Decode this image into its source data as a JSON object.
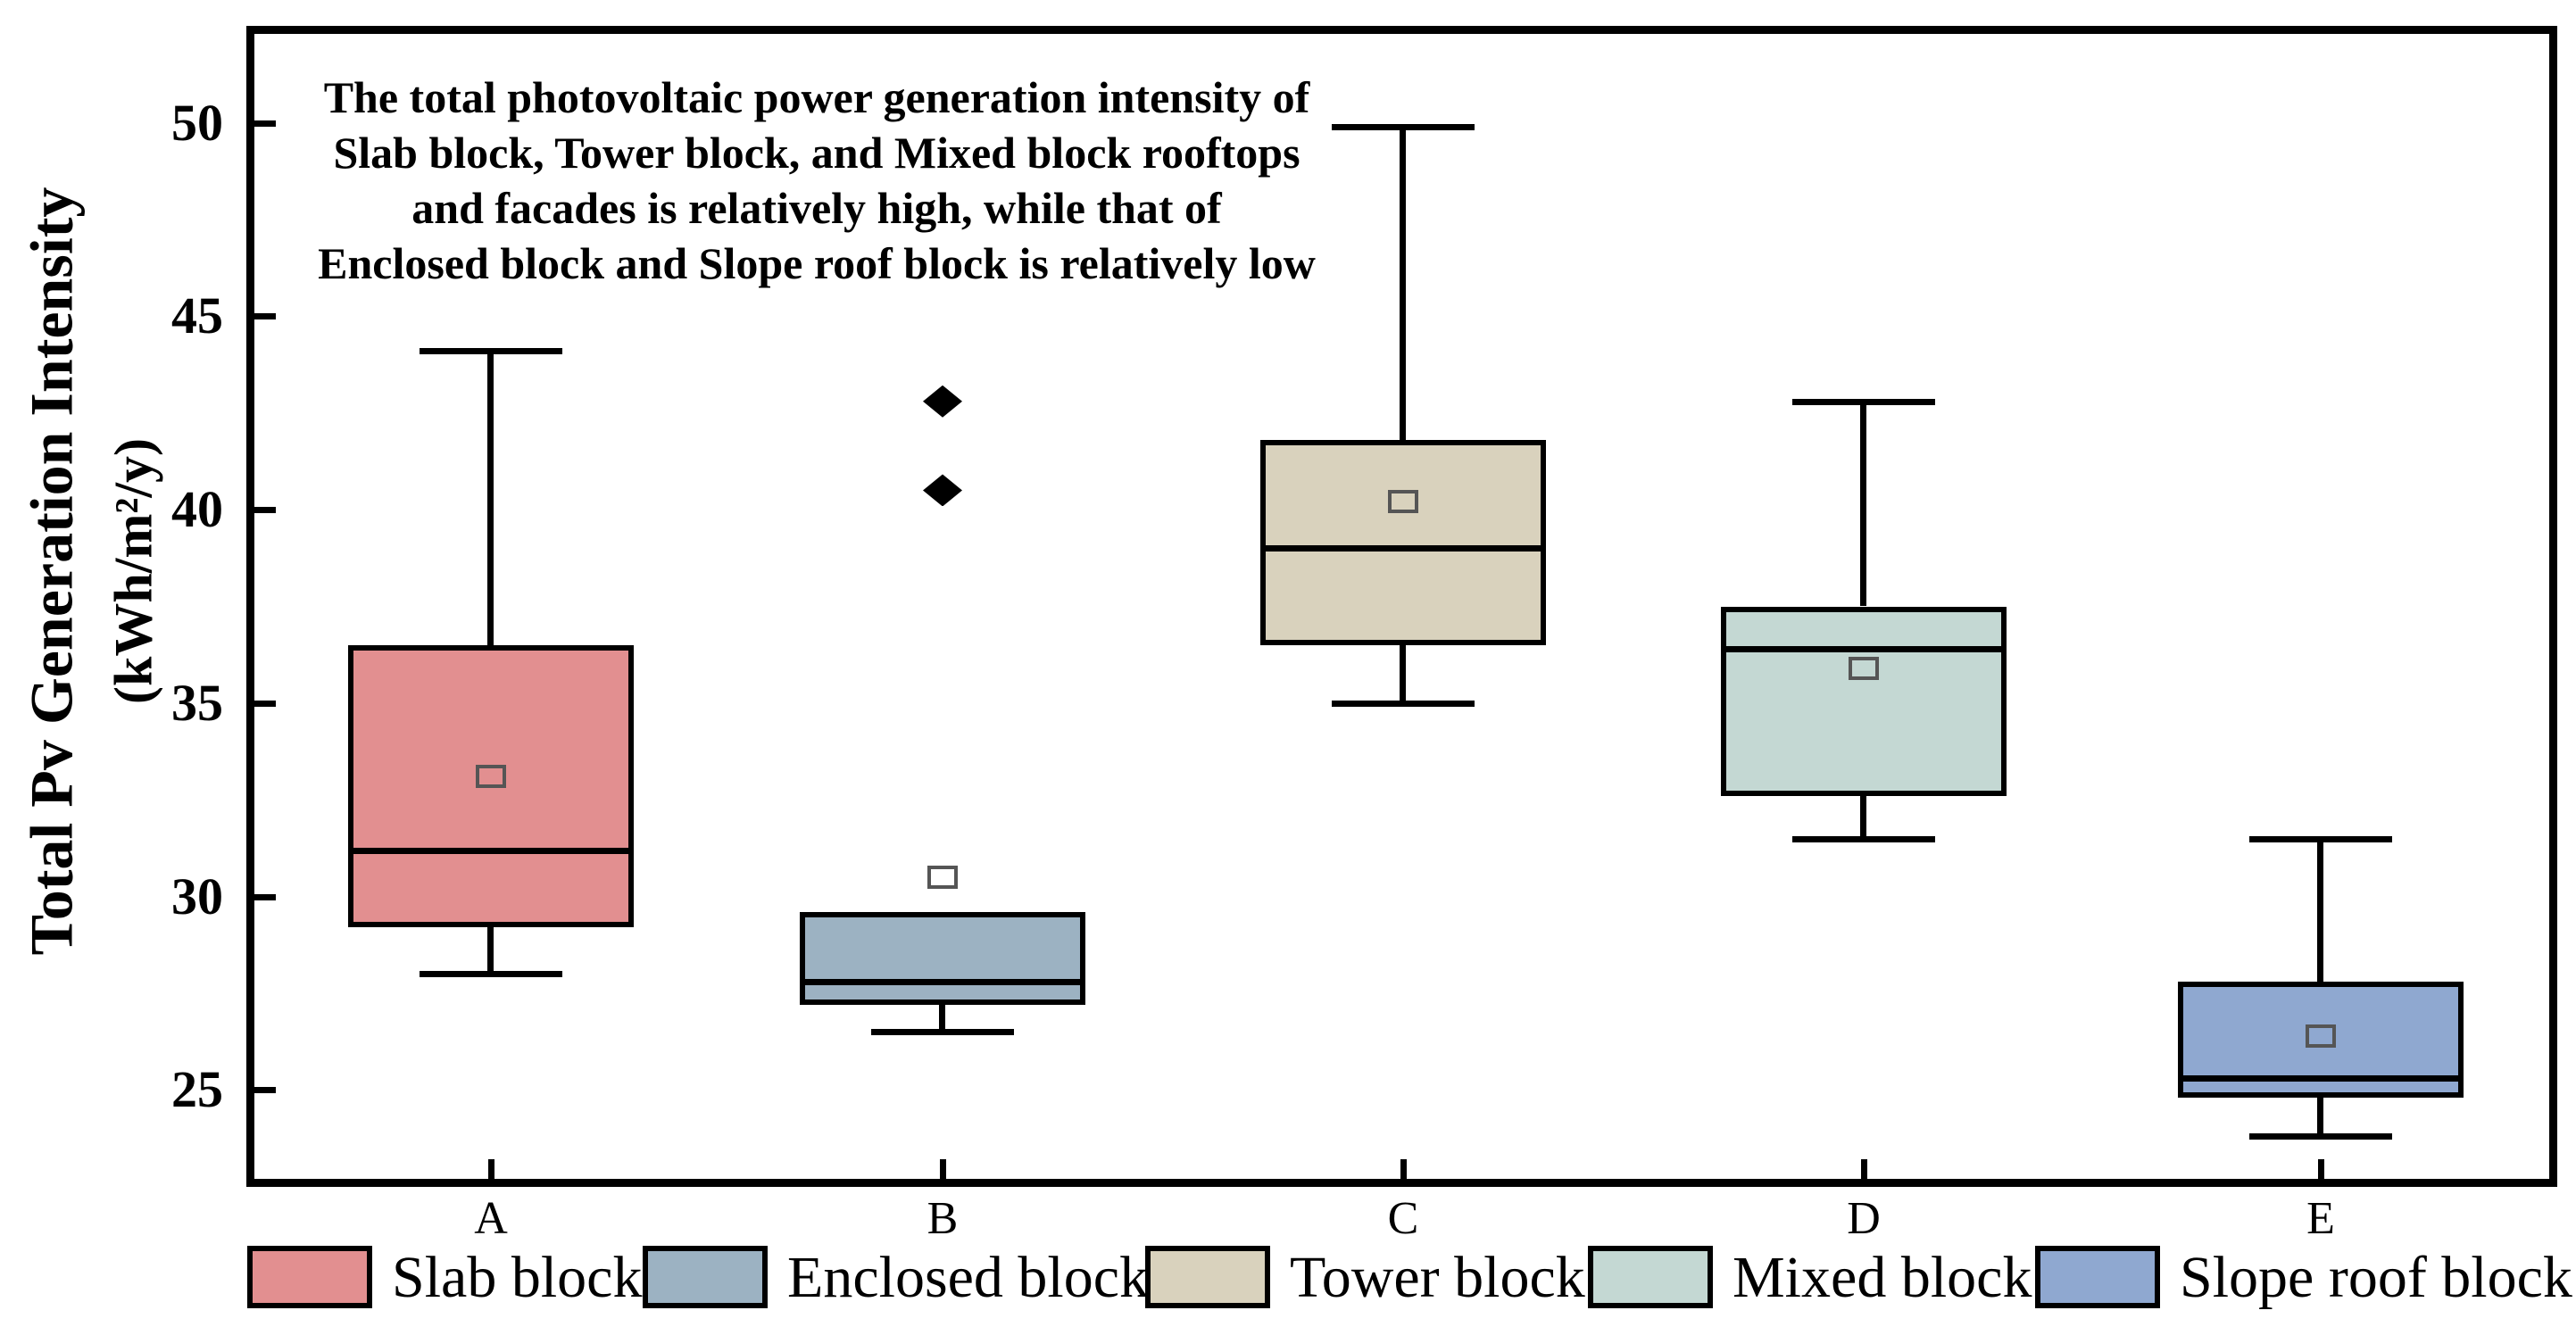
{
  "figure": {
    "annotation": "The total photovoltaic power generation intensity of\nSlab block, Tower block, and Mixed block rooftops\nand facades is relatively high, while that of\nEnclosed block and Slope roof block is relatively low"
  },
  "chart_data": {
    "type": "box",
    "title": "",
    "ylabel": "Total Pv Generation Intensity",
    "ylabel_unit": "(kWh/m²/y)",
    "xlabel": "",
    "ylim": [
      22.7,
      52.3
    ],
    "yticks": [
      25,
      30,
      35,
      40,
      45,
      50
    ],
    "categories": [
      "A",
      "B",
      "C",
      "D",
      "E"
    ],
    "grid": false,
    "legend_position": "bottom",
    "series": [
      {
        "category": "A",
        "label": "Slab block",
        "fill": "#e28f90",
        "whisker_low": 28.0,
        "q1": 29.2,
        "median": 31.2,
        "q3": 36.5,
        "whisker_high": 44.1,
        "mean": 33.1,
        "outliers": []
      },
      {
        "category": "B",
        "label": "Enclosed block",
        "fill": "#9cb2c2",
        "whisker_low": 26.5,
        "q1": 27.2,
        "median": 27.8,
        "q3": 29.6,
        "whisker_high": 29.6,
        "mean": 30.5,
        "outliers": [
          40.5,
          42.8
        ]
      },
      {
        "category": "C",
        "label": "Tower block",
        "fill": "#d9d2bd",
        "whisker_low": 35.0,
        "q1": 36.5,
        "median": 39.0,
        "q3": 41.8,
        "whisker_high": 49.9,
        "mean": 40.2,
        "outliers": []
      },
      {
        "category": "D",
        "label": "Mixed block",
        "fill": "#c4d8d3",
        "whisker_low": 31.5,
        "q1": 32.6,
        "median": 36.4,
        "q3": 37.5,
        "whisker_high": 42.8,
        "mean": 35.9,
        "outliers": []
      },
      {
        "category": "E",
        "label": "Slope roof block",
        "fill": "#8fa8d0",
        "whisker_low": 23.8,
        "q1": 24.8,
        "median": 25.3,
        "q3": 27.8,
        "whisker_high": 31.5,
        "mean": 26.4,
        "outliers": []
      }
    ],
    "colors": {
      "box_edge": "#000000",
      "median": "#000000",
      "whisker": "#000000",
      "outlier": "#000000",
      "mean_marker_edge": "#555555",
      "frame": "#000000"
    }
  }
}
